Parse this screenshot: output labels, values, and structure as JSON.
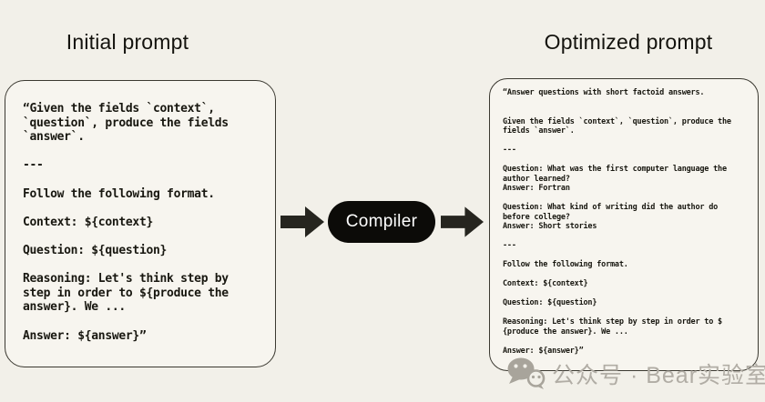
{
  "page": {
    "background_color": "#f2f0e9",
    "box_background_color": "#f7f5ef",
    "box_border_color": "#3b3931",
    "arrow_color": "#26251f"
  },
  "left_panel": {
    "title": "Initial prompt",
    "content": "“Given the fields `context`,\n`question`, produce the fields\n`answer`.\n\n---\n\nFollow the following format.\n\nContext: ${context}\n\nQuestion: ${question}\n\nReasoning: Let's think step by\nstep in order to ${produce the\nanswer}. We ...\n\nAnswer: ${answer}”"
  },
  "compiler": {
    "label": "Compiler",
    "background_color": "#0c0b08",
    "text_color": "#ffffff"
  },
  "right_panel": {
    "title": "Optimized prompt",
    "content": "“Answer questions with short factoid answers.\n\n\nGiven the fields `context`, `question`, produce the\nfields `answer`.\n\n---\n\nQuestion: What was the first computer language the\nauthor learned?\nAnswer: Fortran\n\nQuestion: What kind of writing did the author do\nbefore college?\nAnswer: Short stories\n\n---\n\nFollow the following format.\n\nContext: ${context}\n\nQuestion: ${question}\n\nReasoning: Let's think step by step in order to $\n{produce the answer}. We ...\n\nAnswer: ${answer}”"
  },
  "watermark": {
    "icon": "wechat-icon",
    "text": "公众号 · Bear实验室",
    "color": "#b1ada5"
  }
}
